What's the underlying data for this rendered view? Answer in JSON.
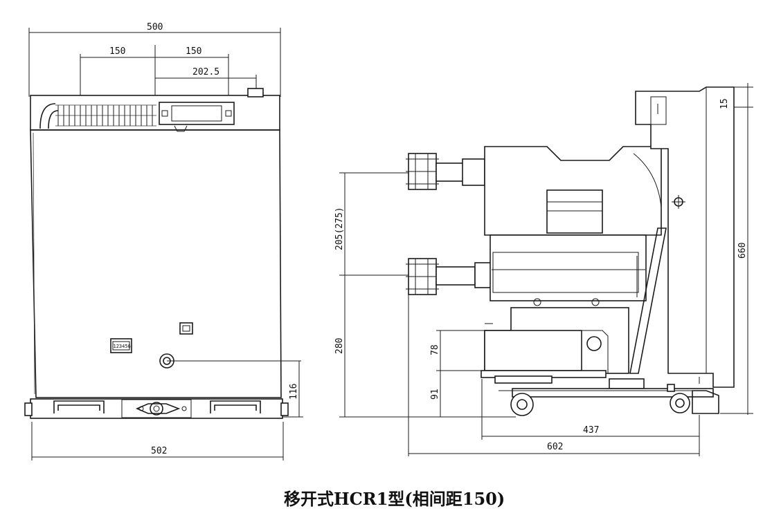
{
  "front_view": {
    "dims": {
      "overall_width_top": "500",
      "left_phase": "150",
      "right_phase": "150",
      "offset": "202.5",
      "height_right": "116",
      "overall_width_bottom": "502"
    },
    "counter_text": "123456"
  },
  "side_view": {
    "dims": {
      "top_small": "15",
      "total_height": "660",
      "upper_gap": "205(275)",
      "lower_height": "280",
      "mech_height": "78",
      "base_height": "91",
      "depth_inner": "437",
      "depth_total": "602"
    }
  },
  "caption": "移开式HCR1型(相间距150)"
}
